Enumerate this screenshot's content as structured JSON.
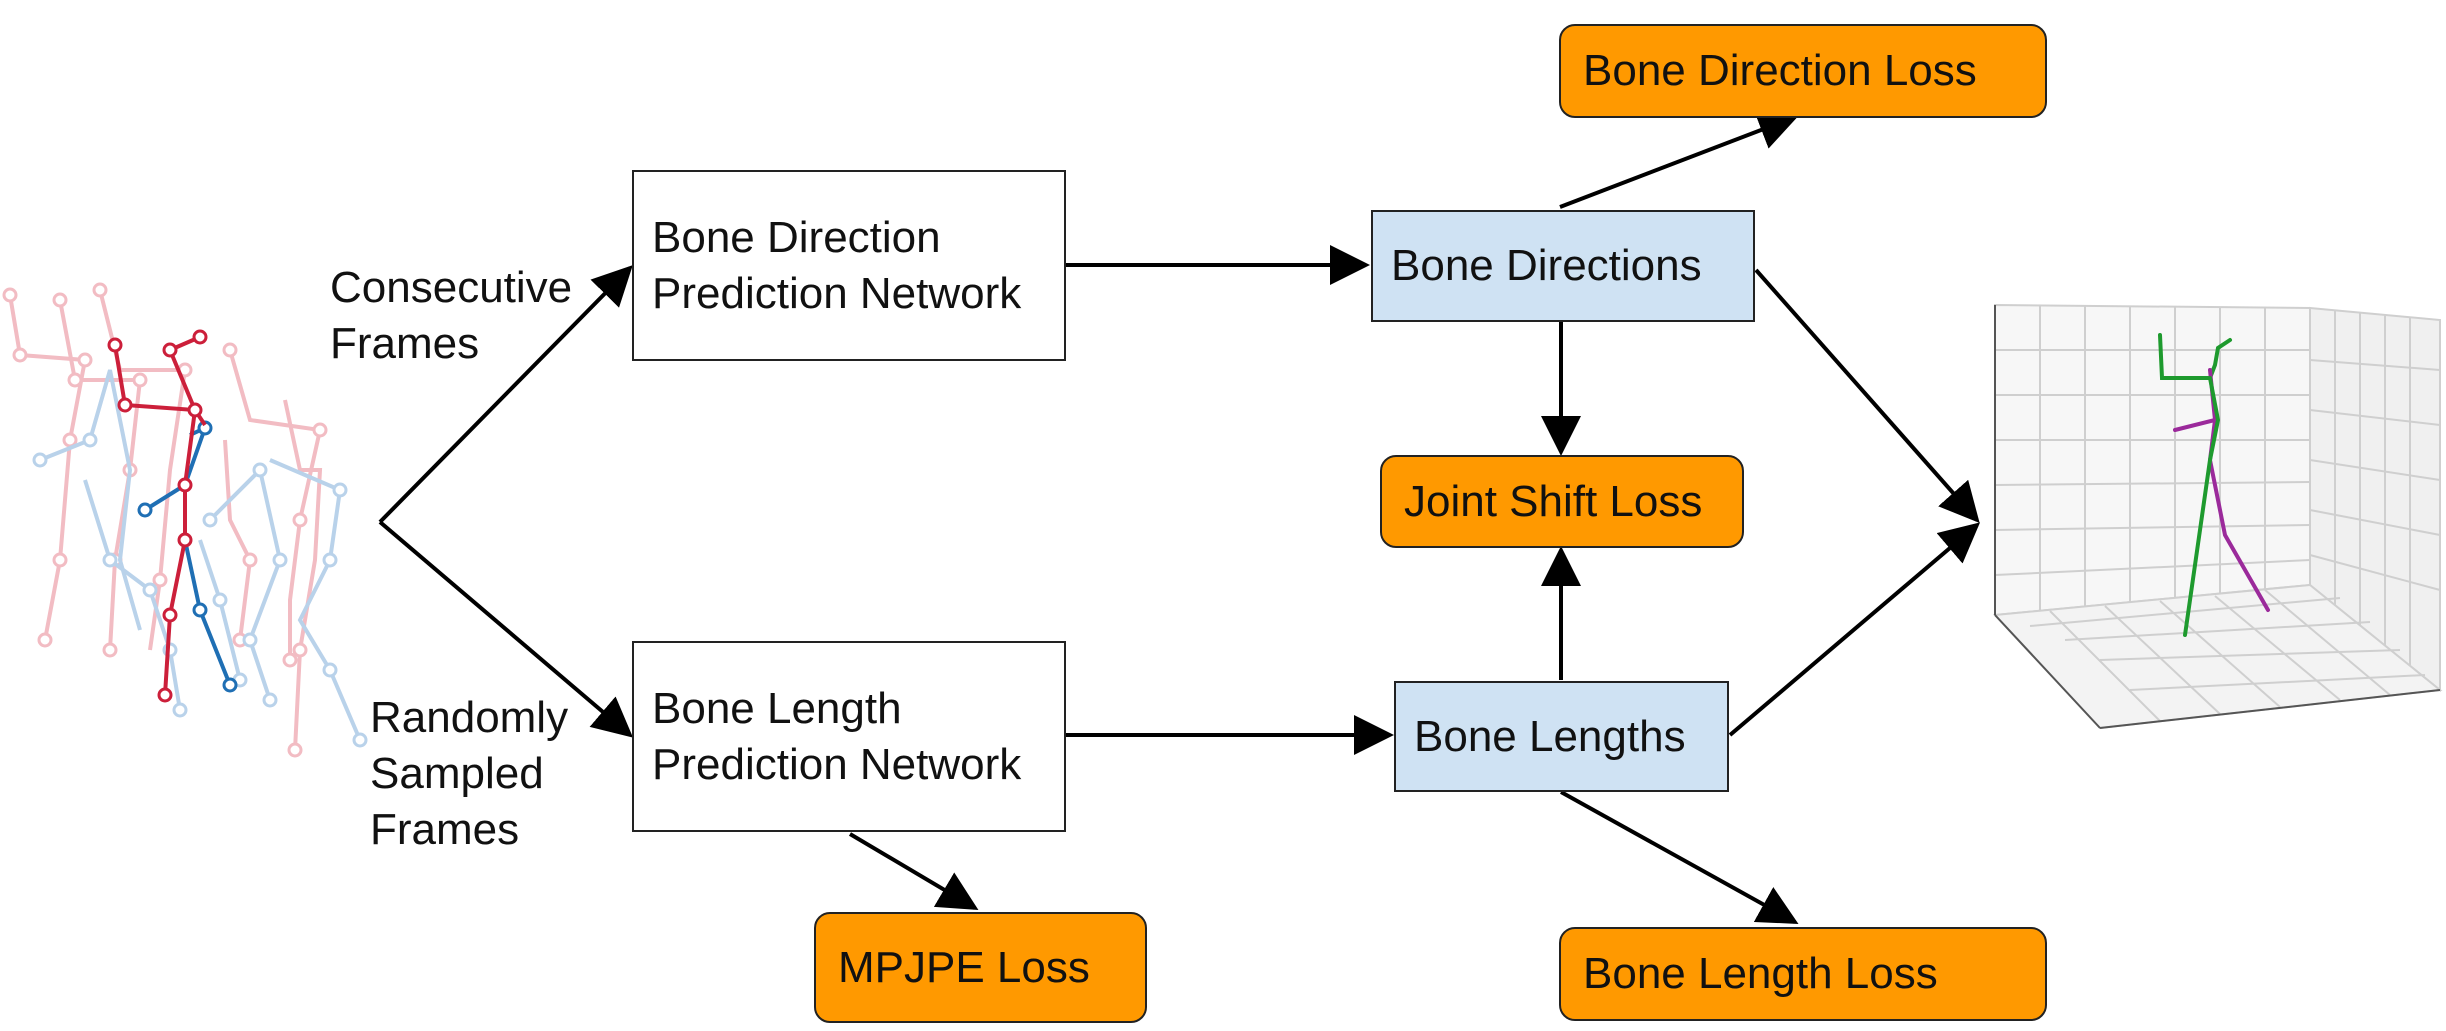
{
  "labels": {
    "consecutive_line1": "Consecutive",
    "consecutive_line2": "Frames",
    "random_line1": "Randomly",
    "random_line2": "Sampled",
    "random_line3": "Frames"
  },
  "networks": {
    "direction_line1": "Bone Direction",
    "direction_line2": "Prediction Network",
    "length_line1": "Bone Length",
    "length_line2": "Prediction Network"
  },
  "features": {
    "directions": "Bone Directions",
    "lengths": "Bone Lengths"
  },
  "losses": {
    "bone_direction": "Bone Direction Loss",
    "joint_shift": "Joint Shift Loss",
    "mpjpe": "MPJPE Loss",
    "bone_length": "Bone Length Loss"
  },
  "colors": {
    "loss_fill": "#ff9900",
    "feature_fill": "#cfe2f3",
    "skeleton_red": "#cc1f3a",
    "skeleton_blue": "#1f6fb4",
    "skeleton_faded_red": "#f2bcc3",
    "skeleton_faded_blue": "#b9d2ea",
    "pose_green": "#1e9a2e",
    "pose_purple": "#9b2a9b"
  }
}
